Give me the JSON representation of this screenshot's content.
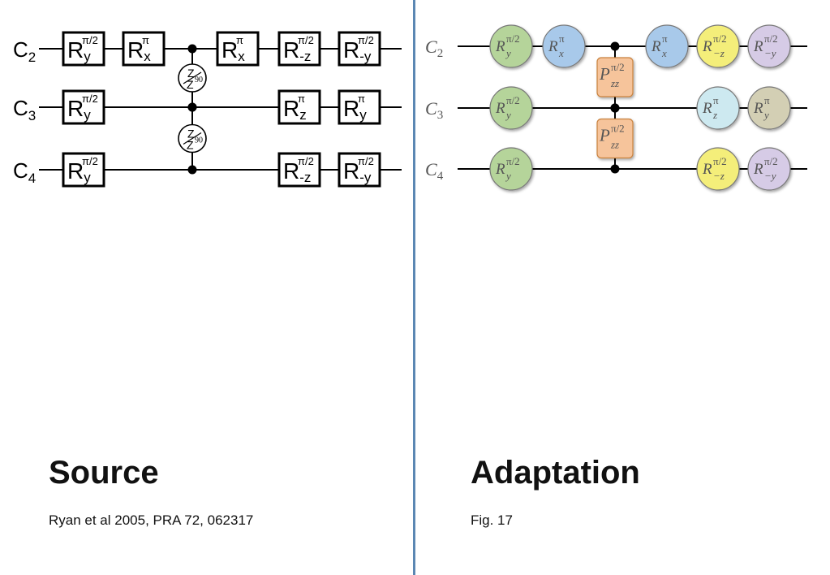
{
  "source": {
    "title": "Source",
    "caption": "Ryan et al 2005, PRA 72, 062317",
    "qubits": [
      {
        "base": "C",
        "sub": "2"
      },
      {
        "base": "C",
        "sub": "3"
      },
      {
        "base": "C",
        "sub": "4"
      }
    ],
    "gates": [
      {
        "row": 0,
        "col": 0,
        "base": "R",
        "sub": "y",
        "sup": "π/2"
      },
      {
        "row": 0,
        "col": 1,
        "base": "R",
        "sub": "x",
        "sup": "π"
      },
      {
        "row": 0,
        "col": 3,
        "base": "R",
        "sub": "x",
        "sup": "π"
      },
      {
        "row": 0,
        "col": 4,
        "base": "R",
        "sub": "-z",
        "sup": "π/2"
      },
      {
        "row": 0,
        "col": 5,
        "base": "R",
        "sub": "-y",
        "sup": "π/2"
      },
      {
        "row": 1,
        "col": 0,
        "base": "R",
        "sub": "y",
        "sup": "π/2"
      },
      {
        "row": 1,
        "col": 4,
        "base": "R",
        "sub": "z",
        "sup": "π"
      },
      {
        "row": 1,
        "col": 5,
        "base": "R",
        "sub": "y",
        "sup": "π"
      },
      {
        "row": 2,
        "col": 0,
        "base": "R",
        "sub": "y",
        "sup": "π/2"
      },
      {
        "row": 2,
        "col": 4,
        "base": "R",
        "sub": "-z",
        "sup": "π/2"
      },
      {
        "row": 2,
        "col": 5,
        "base": "R",
        "sub": "-y",
        "sup": "π/2"
      }
    ],
    "couplings": [
      {
        "rows": [
          0,
          1
        ],
        "top": "Z",
        "bottom": "Z",
        "angle": "90"
      },
      {
        "rows": [
          1,
          2
        ],
        "top": "Z",
        "bottom": "Z",
        "angle": "90"
      }
    ]
  },
  "adaptation": {
    "title": "Adaptation",
    "caption": "Fig. 17",
    "qubits": [
      {
        "base": "C",
        "sub": "2"
      },
      {
        "base": "C",
        "sub": "3"
      },
      {
        "base": "C",
        "sub": "4"
      }
    ],
    "gates": [
      {
        "row": 0,
        "col": 0,
        "base": "R",
        "sub": "y",
        "sup": "π/2",
        "color": "#b5d49a"
      },
      {
        "row": 0,
        "col": 1,
        "base": "R",
        "sub": "x",
        "sup": "π",
        "color": "#a8c9ea"
      },
      {
        "row": 0,
        "col": 3,
        "base": "R",
        "sub": "x",
        "sup": "π",
        "color": "#a8c9ea"
      },
      {
        "row": 0,
        "col": 4,
        "base": "R",
        "sub": "−z",
        "sup": "π/2",
        "color": "#f4ee7a"
      },
      {
        "row": 0,
        "col": 5,
        "base": "R",
        "sub": "−y",
        "sup": "π/2",
        "color": "#d6cbe6"
      },
      {
        "row": 1,
        "col": 0,
        "base": "R",
        "sub": "y",
        "sup": "π/2",
        "color": "#b5d49a"
      },
      {
        "row": 1,
        "col": 4,
        "base": "R",
        "sub": "z",
        "sup": "π",
        "color": "#cde9f0"
      },
      {
        "row": 1,
        "col": 5,
        "base": "R",
        "sub": "y",
        "sup": "π",
        "color": "#d3cfb4"
      },
      {
        "row": 2,
        "col": 0,
        "base": "R",
        "sub": "y",
        "sup": "π/2",
        "color": "#b5d49a"
      },
      {
        "row": 2,
        "col": 4,
        "base": "R",
        "sub": "−z",
        "sup": "π/2",
        "color": "#f4ee7a"
      },
      {
        "row": 2,
        "col": 5,
        "base": "R",
        "sub": "−y",
        "sup": "π/2",
        "color": "#d6cbe6"
      }
    ],
    "couplings": [
      {
        "rows": [
          0,
          1
        ],
        "base": "P",
        "sub": "zz",
        "sup": "π/2",
        "color": "#f6c49b"
      },
      {
        "rows": [
          1,
          2
        ],
        "base": "P",
        "sub": "zz",
        "sup": "π/2",
        "color": "#f6c49b"
      }
    ]
  }
}
